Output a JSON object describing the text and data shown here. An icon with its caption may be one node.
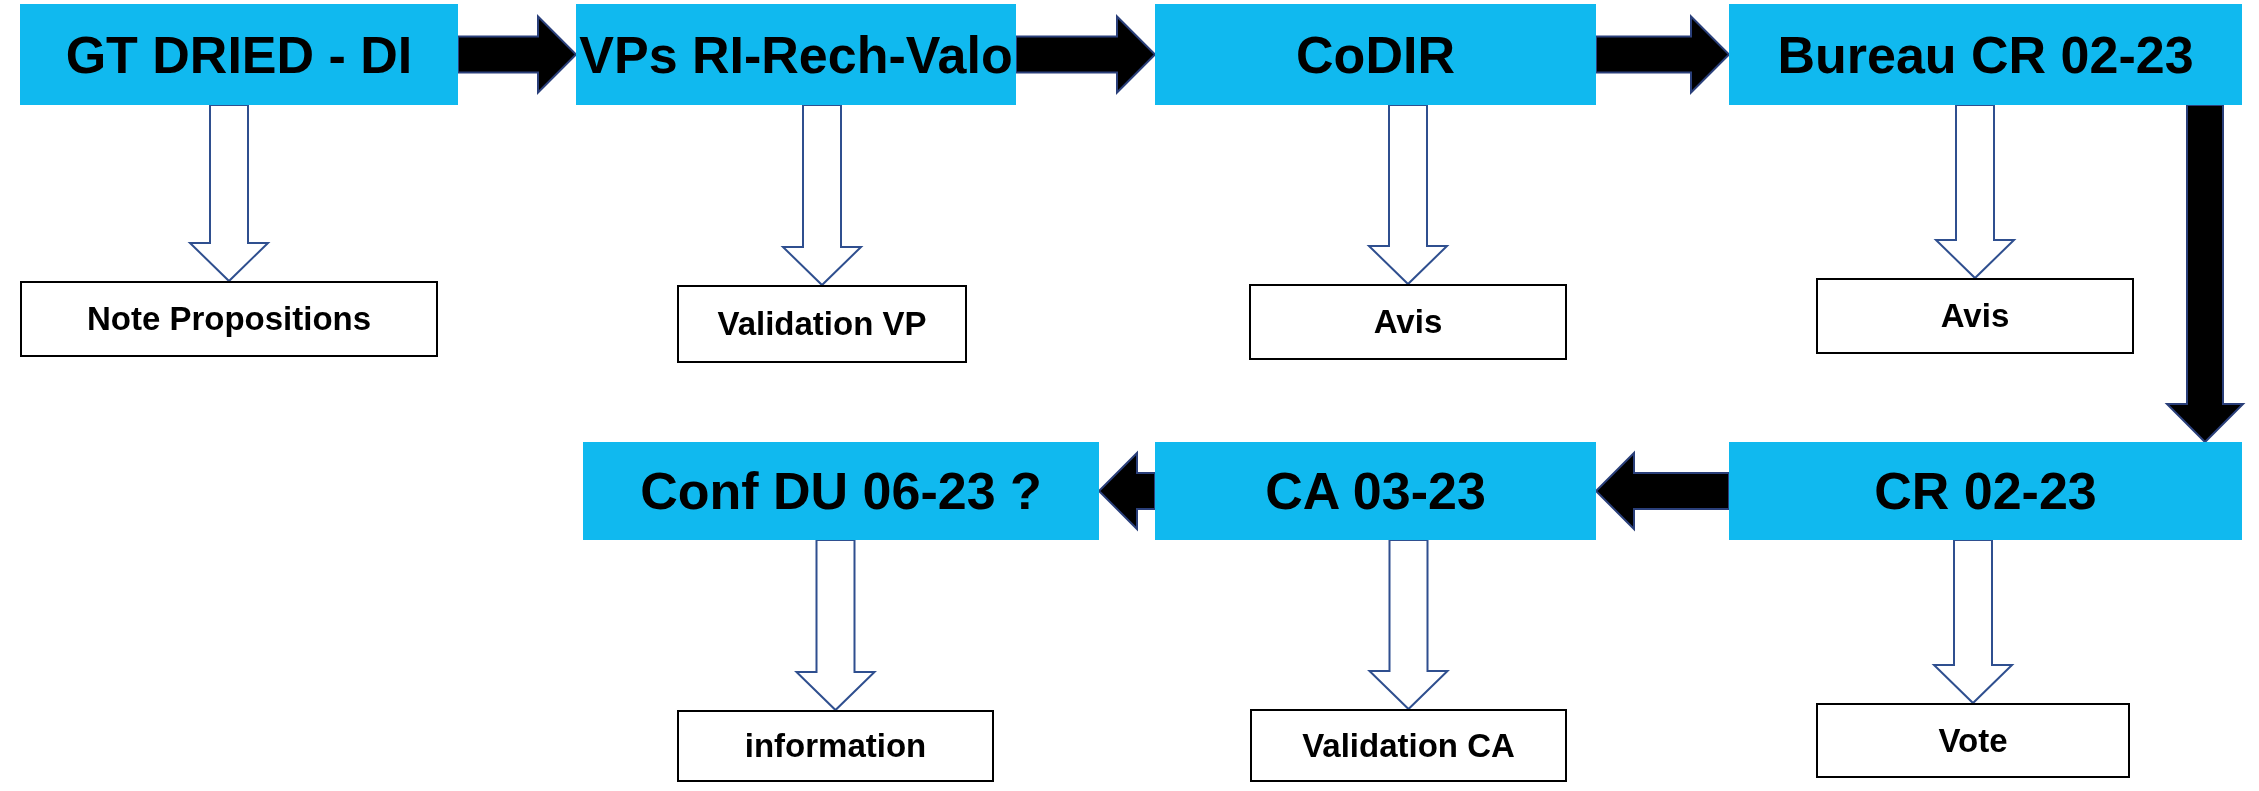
{
  "diagram": {
    "nodes": [
      {
        "text": [
          "GT DRIED - DI"
        ]
      },
      {
        "text": [
          "VPs RI-Rech-Valo"
        ]
      },
      {
        "text": [
          "CoDIR"
        ]
      },
      {
        "text": [
          "Bureau CR 02-23"
        ]
      },
      {
        "text": [
          "Note Propositions"
        ]
      },
      {
        "text": [
          "Validation VP"
        ]
      },
      {
        "text": [
          "Avis"
        ]
      },
      {
        "text": [
          "Avis"
        ]
      },
      {
        "text": [
          "Conf DU 06-23 ?"
        ]
      },
      {
        "text": [
          "CA 03-23"
        ]
      },
      {
        "text": [
          "CR 02-23"
        ]
      },
      {
        "text": [
          "information"
        ]
      },
      {
        "text": [
          "Validation CA"
        ]
      },
      {
        "text": [
          "Vote"
        ]
      }
    ],
    "edges": [
      {
        "from": 0,
        "to": 1,
        "arrow": "to",
        "style": "thick",
        "color": "#000000"
      },
      {
        "from": 1,
        "to": 2,
        "arrow": "to",
        "style": "thick",
        "color": "#000000"
      },
      {
        "from": 2,
        "to": 3,
        "arrow": "to",
        "style": "thick",
        "color": "#000000"
      },
      {
        "from": 3,
        "to": 10,
        "arrow": "to",
        "style": "thick",
        "color": "#000000"
      },
      {
        "from": 10,
        "to": 9,
        "arrow": "to",
        "style": "thick",
        "color": "#000000"
      },
      {
        "from": 9,
        "to": 8,
        "arrow": "to",
        "style": "thick",
        "color": "#000000"
      },
      {
        "from": 0,
        "to": 4,
        "arrow": "to"
      },
      {
        "from": 1,
        "to": 5,
        "arrow": "to"
      },
      {
        "from": 2,
        "to": 6,
        "arrow": "to"
      },
      {
        "from": 3,
        "to": 7,
        "arrow": "to"
      },
      {
        "from": 8,
        "to": 11,
        "arrow": "to"
      },
      {
        "from": 9,
        "to": 12,
        "arrow": "to"
      },
      {
        "from": 10,
        "to": 13,
        "arrow": "to"
      }
    ]
  }
}
